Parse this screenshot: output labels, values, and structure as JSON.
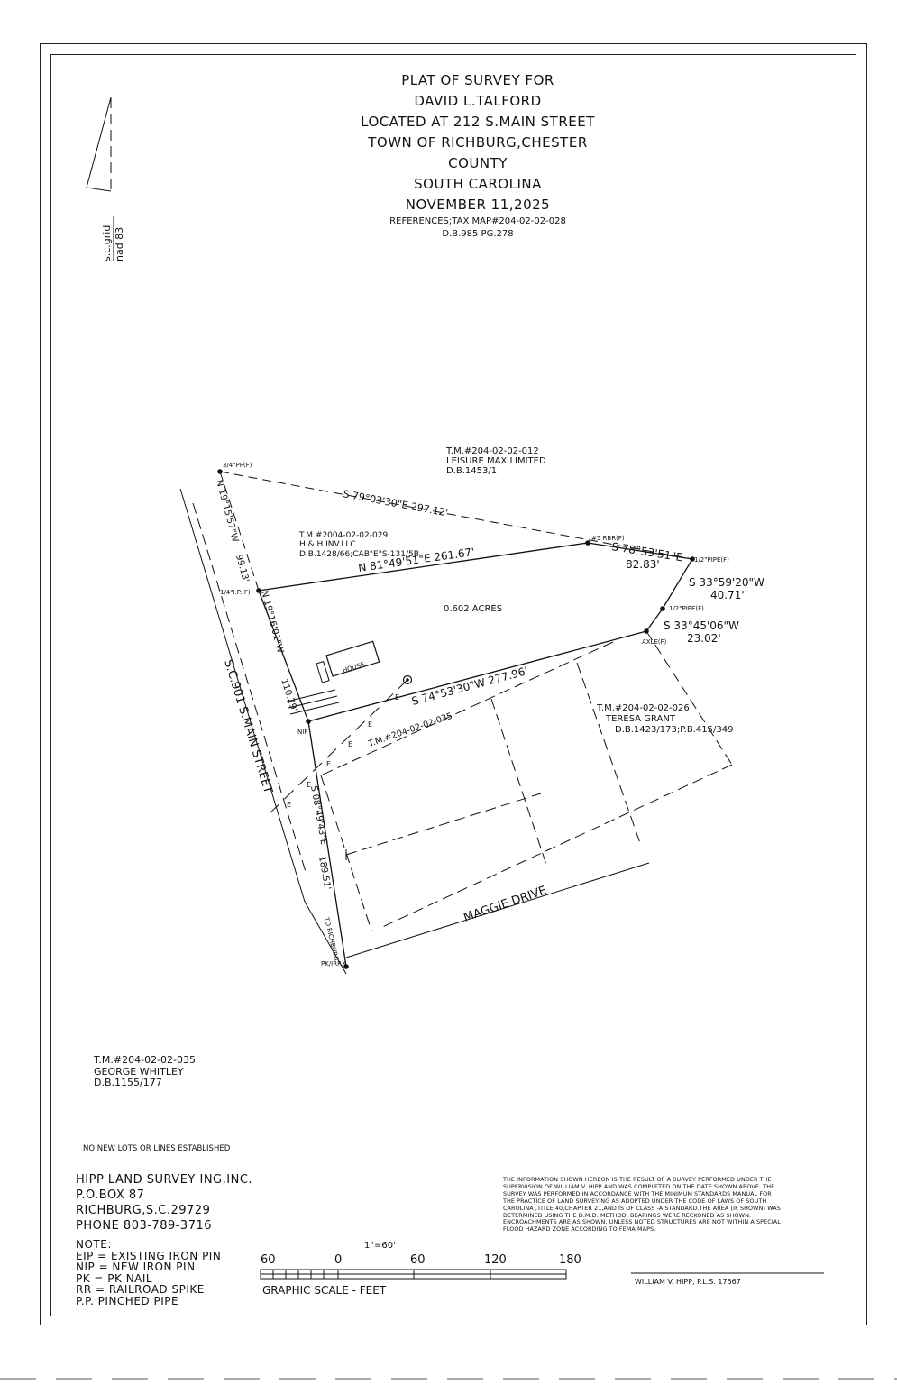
{
  "title": {
    "line1": "PLAT OF SURVEY FOR",
    "line2": "DAVID L.TALFORD",
    "line3": "LOCATED AT 212 S.MAIN STREET",
    "line4": "TOWN OF RICHBURG,CHESTER COUNTY",
    "line5": "SOUTH CAROLINA",
    "line6": "NOVEMBER 11,2025",
    "ref1": "REFERENCES;TAX MAP#204-02-02-028",
    "ref2": "D.B.985 PG.278"
  },
  "north_arrow": {
    "top": "s.c.grid",
    "bottom": "nad 83"
  },
  "parcels": {
    "north_tm": "T.M.#204-02-02-012",
    "north_owner": "LEISURE MAX LIMITED",
    "north_db": "D.B.1453/1",
    "adj_tm": "T.M.#2004-02-02-029",
    "adj_owner": "H & H INV.LLC",
    "adj_db": "D.B.1428/66;CAB\"E\"S-131/5B",
    "east_tm": "T.M.#204-02-02-026",
    "east_owner": "TERESA GRANT",
    "east_db": "D.B.1423/173;P.B.415/349",
    "south_tm": "T.M.#204-02-02-035",
    "sw_tm": "T.M.#204-02-02-035",
    "sw_owner": "GEORGE WHITLEY",
    "sw_db": "D.B.1155/177"
  },
  "bearings": {
    "b1": "S 79°03'30\"E  297.12'",
    "b2": "N 81°49'51\"E  261.67'",
    "b3": "S 78°53'51\"E",
    "b3d": "82.83'",
    "b4": "S 33°59'20\"W",
    "b4d": "40.71'",
    "b5": "S 33°45'06\"W",
    "b5d": "23.02'",
    "b6": "S 74°53'30\"W  277.96'",
    "b7": "N 19°15'57\"W",
    "b7d": "99.13'",
    "b8": "N 19°16'01\"W",
    "b8d": "110.29'",
    "b9": "S 08°49'43\"E",
    "b9d": "189.51'"
  },
  "points": {
    "p1": "3/4\"PP(F)",
    "p2": "#5 RBR(F)",
    "p3": "1/2\"PIPE(F)",
    "p4": "1/2\"PIPE(F)",
    "p5": "AXLE(F)",
    "p6": "1/4\"I.P.(F)",
    "p7": "NIP",
    "p8": "PK/IRRX"
  },
  "area": "0.602 ACRES",
  "house": "HOUSE",
  "streets": {
    "main": "S.C.901 S.MAIN STREET",
    "maggie": "MAGGIE DRIVE",
    "to": "TO RICHBURG"
  },
  "utility_mark": "E",
  "no_new_lots": "NO NEW LOTS OR LINES ESTABLISHED",
  "company": {
    "name": "HIPP LAND SURVEY ING,INC.",
    "box": "P.O.BOX 87",
    "city": "RICHBURG,S.C.29729",
    "phone": "PHONE 803-789-3716"
  },
  "notes": {
    "header": "NOTE:",
    "eip": "EIP = EXISTING IRON PIN",
    "nip": "NIP = NEW IRON PIN",
    "pk": "PK = PK NAIL",
    "rr": "RR = RAILROAD SPIKE",
    "pp": "P.P. PINCHED PIPE"
  },
  "scale": {
    "ratio": "1\"=60'",
    "t1": "60",
    "t2": "0",
    "t3": "60",
    "t4": "120",
    "t5": "180",
    "label": "GRAPHIC SCALE - FEET"
  },
  "certification": "THE INFORMATION SHOWN HEREON IS THE RESULT OF A SURVEY PERFORMED UNDER THE SUPERVISION OF WILLIAM V. HIPP AND WAS COMPLETED ON THE DATE SHOWN ABOVE. THE SURVEY WAS PERFORMED IN ACCORDANCE WITH THE MINIMUM STANDARDS MANUAL FOR THE PRACTICE OF LAND SURVEYING AS ADOPTED UNDER THE CODE OF LAWS OF SOUTH CAROLINA ,TITLE 40,CHAPTER 21,AND IS OF CLASS -A STANDARD.THE AREA (IF SHOWN) WAS DETERMINED USING THE D.M.D. METHOD. BEARINGS WERE RECKONED AS SHOWN. ENCROACHMENTS ARE AS SHOWN. UNLESS NOTED STRUCTURES ARE NOT WITHIN A SPECIAL FLOOD HAZARD ZONE ACCORDING TO FEMA MAPS.",
  "signature": "WILLIAM V. HIPP, P.L.S. 17567"
}
